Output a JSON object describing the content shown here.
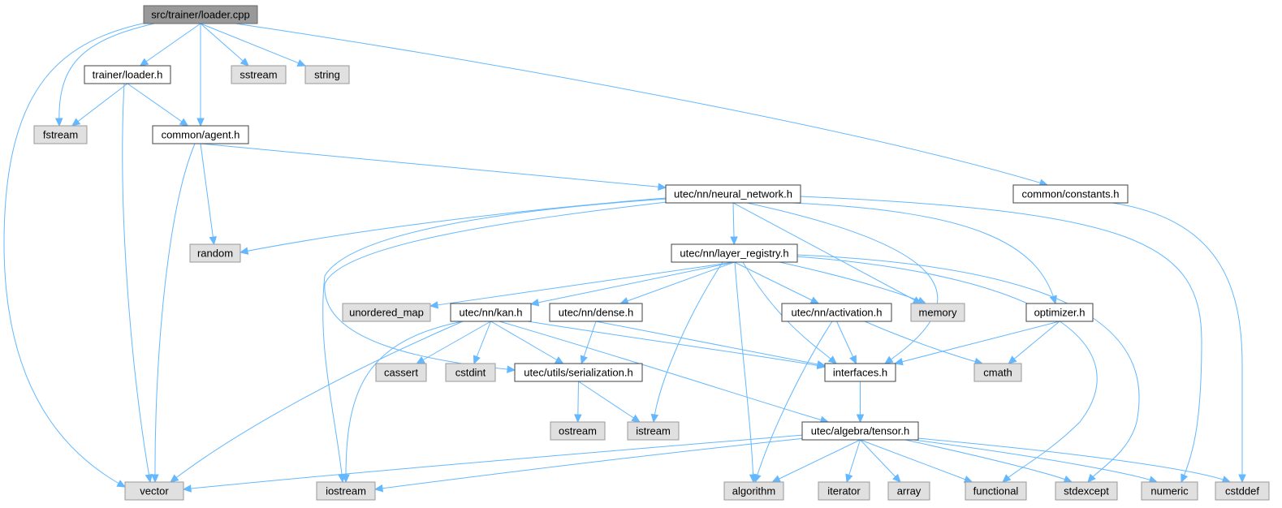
{
  "colors": {
    "root_fill": "#999999",
    "root_stroke": "#666666",
    "project_fill": "#ffffff",
    "project_stroke": "#404040",
    "system_fill": "#e0e0e0",
    "system_stroke": "#999999",
    "edge": "#63b8ff"
  },
  "nodes": [
    {
      "id": "loader_cpp",
      "label": "src/trainer/loader.cpp",
      "kind": "root"
    },
    {
      "id": "loader_h",
      "label": "trainer/loader.h",
      "kind": "project"
    },
    {
      "id": "sstream",
      "label": "sstream",
      "kind": "system"
    },
    {
      "id": "string",
      "label": "string",
      "kind": "system"
    },
    {
      "id": "fstream",
      "label": "fstream",
      "kind": "system"
    },
    {
      "id": "agent_h",
      "label": "common/agent.h",
      "kind": "project"
    },
    {
      "id": "neural_network_h",
      "label": "utec/nn/neural_network.h",
      "kind": "project"
    },
    {
      "id": "constants_h",
      "label": "common/constants.h",
      "kind": "project"
    },
    {
      "id": "random",
      "label": "random",
      "kind": "system"
    },
    {
      "id": "layer_registry_h",
      "label": "utec/nn/layer_registry.h",
      "kind": "project"
    },
    {
      "id": "unordered_map",
      "label": "unordered_map",
      "kind": "system"
    },
    {
      "id": "kan_h",
      "label": "utec/nn/kan.h",
      "kind": "project"
    },
    {
      "id": "dense_h",
      "label": "utec/nn/dense.h",
      "kind": "project"
    },
    {
      "id": "activation_h",
      "label": "utec/nn/activation.h",
      "kind": "project"
    },
    {
      "id": "memory",
      "label": "memory",
      "kind": "system"
    },
    {
      "id": "optimizer_h",
      "label": "optimizer.h",
      "kind": "project"
    },
    {
      "id": "cassert",
      "label": "cassert",
      "kind": "system"
    },
    {
      "id": "cstdint",
      "label": "cstdint",
      "kind": "system"
    },
    {
      "id": "serialization_h",
      "label": "utec/utils/serialization.h",
      "kind": "project"
    },
    {
      "id": "interfaces_h",
      "label": "interfaces.h",
      "kind": "project"
    },
    {
      "id": "cmath",
      "label": "cmath",
      "kind": "system"
    },
    {
      "id": "ostream",
      "label": "ostream",
      "kind": "system"
    },
    {
      "id": "istream",
      "label": "istream",
      "kind": "system"
    },
    {
      "id": "tensor_h",
      "label": "utec/algebra/tensor.h",
      "kind": "project"
    },
    {
      "id": "vector",
      "label": "vector",
      "kind": "system"
    },
    {
      "id": "iostream",
      "label": "iostream",
      "kind": "system"
    },
    {
      "id": "algorithm",
      "label": "algorithm",
      "kind": "system"
    },
    {
      "id": "iterator",
      "label": "iterator",
      "kind": "system"
    },
    {
      "id": "array",
      "label": "array",
      "kind": "system"
    },
    {
      "id": "functional",
      "label": "functional",
      "kind": "system"
    },
    {
      "id": "stdexcept",
      "label": "stdexcept",
      "kind": "system"
    },
    {
      "id": "numeric",
      "label": "numeric",
      "kind": "system"
    },
    {
      "id": "cstddef",
      "label": "cstddef",
      "kind": "system"
    }
  ],
  "edges": [
    [
      "loader_cpp",
      "loader_h"
    ],
    [
      "loader_cpp",
      "sstream"
    ],
    [
      "loader_cpp",
      "string"
    ],
    [
      "loader_cpp",
      "fstream"
    ],
    [
      "loader_cpp",
      "agent_h"
    ],
    [
      "loader_cpp",
      "constants_h"
    ],
    [
      "loader_cpp",
      "vector"
    ],
    [
      "loader_h",
      "fstream"
    ],
    [
      "loader_h",
      "agent_h"
    ],
    [
      "loader_h",
      "vector"
    ],
    [
      "agent_h",
      "neural_network_h"
    ],
    [
      "agent_h",
      "random"
    ],
    [
      "agent_h",
      "vector"
    ],
    [
      "neural_network_h",
      "layer_registry_h"
    ],
    [
      "neural_network_h",
      "random"
    ],
    [
      "neural_network_h",
      "memory"
    ],
    [
      "neural_network_h",
      "optimizer_h"
    ],
    [
      "neural_network_h",
      "interfaces_h"
    ],
    [
      "neural_network_h",
      "serialization_h"
    ],
    [
      "neural_network_h",
      "iostream"
    ],
    [
      "neural_network_h",
      "numeric"
    ],
    [
      "constants_h",
      "cstddef"
    ],
    [
      "layer_registry_h",
      "unordered_map"
    ],
    [
      "layer_registry_h",
      "kan_h"
    ],
    [
      "layer_registry_h",
      "dense_h"
    ],
    [
      "layer_registry_h",
      "activation_h"
    ],
    [
      "layer_registry_h",
      "memory"
    ],
    [
      "layer_registry_h",
      "interfaces_h"
    ],
    [
      "layer_registry_h",
      "istream"
    ],
    [
      "layer_registry_h",
      "algorithm"
    ],
    [
      "layer_registry_h",
      "functional"
    ],
    [
      "layer_registry_h",
      "stdexcept"
    ],
    [
      "kan_h",
      "cassert"
    ],
    [
      "kan_h",
      "cstdint"
    ],
    [
      "kan_h",
      "serialization_h"
    ],
    [
      "kan_h",
      "interfaces_h"
    ],
    [
      "kan_h",
      "tensor_h"
    ],
    [
      "kan_h",
      "vector"
    ],
    [
      "kan_h",
      "iostream"
    ],
    [
      "dense_h",
      "serialization_h"
    ],
    [
      "dense_h",
      "interfaces_h"
    ],
    [
      "activation_h",
      "interfaces_h"
    ],
    [
      "activation_h",
      "cmath"
    ],
    [
      "activation_h",
      "algorithm"
    ],
    [
      "optimizer_h",
      "interfaces_h"
    ],
    [
      "optimizer_h",
      "cmath"
    ],
    [
      "serialization_h",
      "ostream"
    ],
    [
      "serialization_h",
      "istream"
    ],
    [
      "interfaces_h",
      "tensor_h"
    ],
    [
      "tensor_h",
      "vector"
    ],
    [
      "tensor_h",
      "iostream"
    ],
    [
      "tensor_h",
      "algorithm"
    ],
    [
      "tensor_h",
      "iterator"
    ],
    [
      "tensor_h",
      "array"
    ],
    [
      "tensor_h",
      "functional"
    ],
    [
      "tensor_h",
      "stdexcept"
    ],
    [
      "tensor_h",
      "numeric"
    ],
    [
      "tensor_h",
      "cstddef"
    ]
  ]
}
